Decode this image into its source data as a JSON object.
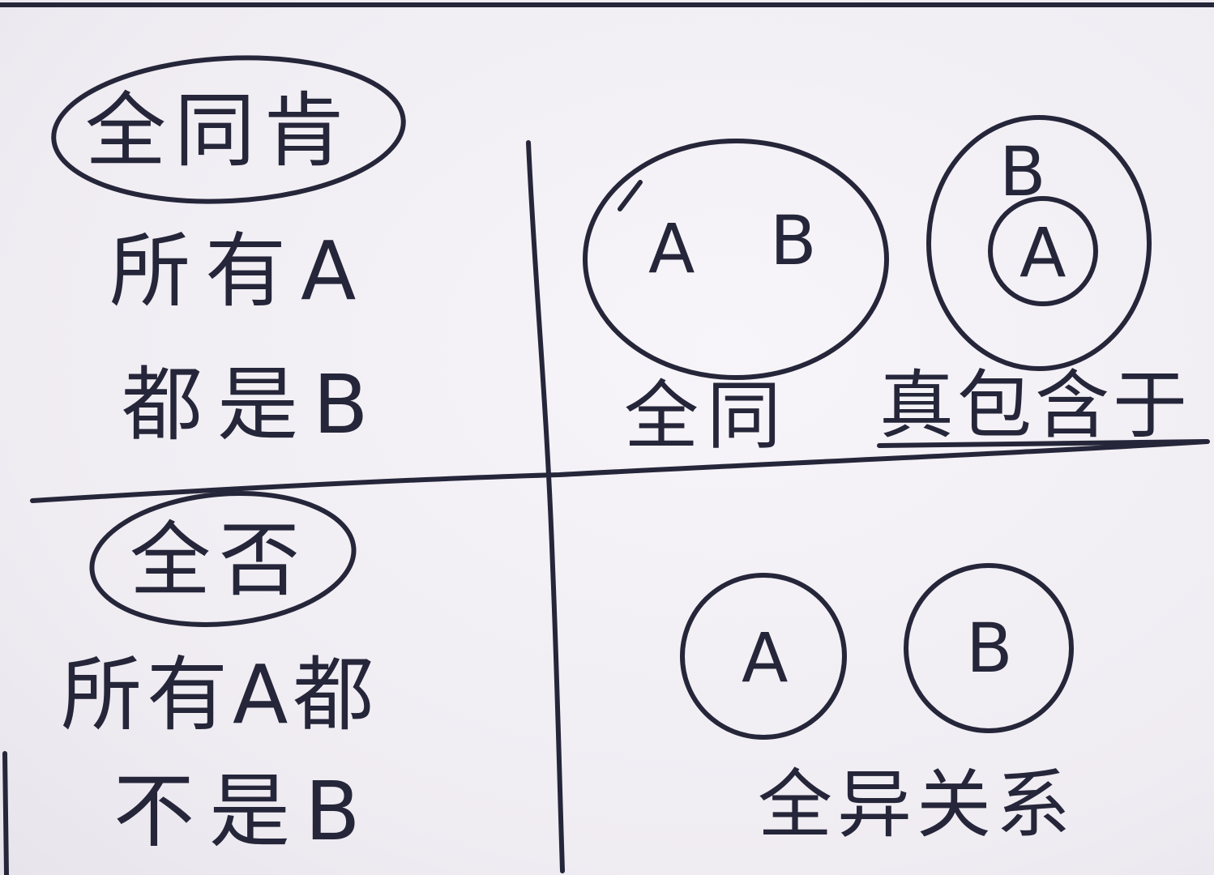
{
  "quadrants": {
    "top_left": {
      "title": "全同肯",
      "line1": "所有A",
      "line2": "都是B"
    },
    "top_right": {
      "left_diagram": {
        "circle_labels": [
          "A",
          "B"
        ],
        "caption": "全同"
      },
      "right_diagram": {
        "outer_label": "B",
        "inner_label": "A",
        "caption": "真包含于"
      }
    },
    "bottom_left": {
      "title": "全否",
      "line1": "所有A都",
      "line2": "不是B"
    },
    "bottom_right": {
      "circle_labels": [
        "A",
        "B"
      ],
      "caption": "全异关系"
    }
  }
}
